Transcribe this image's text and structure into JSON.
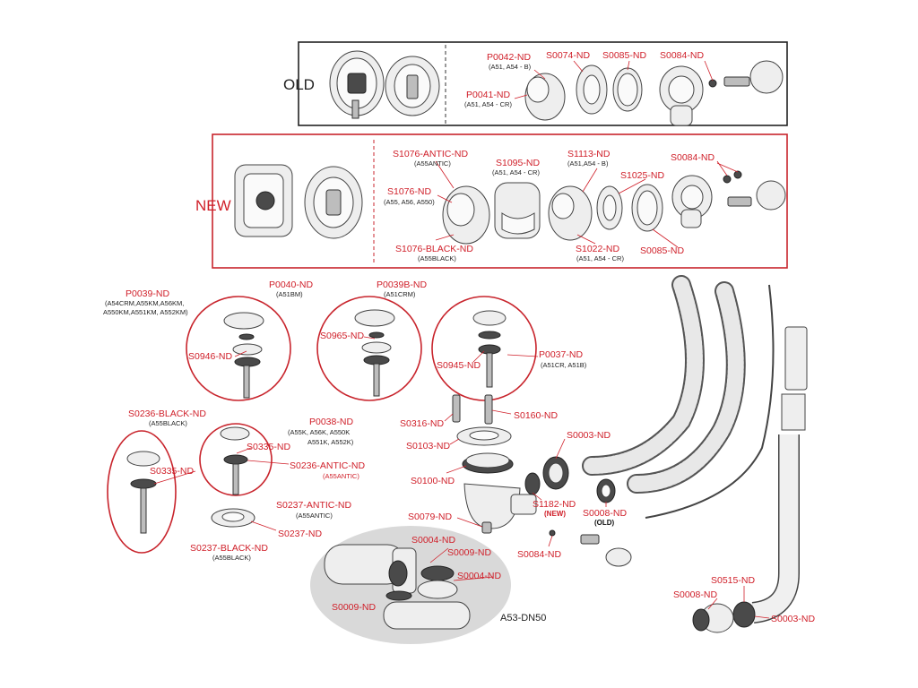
{
  "sections": {
    "old_label": "OLD",
    "new_label": "NEW",
    "model_label": "A53-DN50"
  },
  "colors": {
    "label_red": "#d0202a",
    "frame_old": "#222222",
    "frame_new": "#c8242c",
    "group_grey": "#d9d9d9"
  },
  "old": {
    "p0042": {
      "code": "P0042-ND",
      "sub": "(A51, A54 - B)"
    },
    "p0041": {
      "code": "P0041-ND",
      "sub": "(A51, A54 - CR)"
    },
    "s0074": {
      "code": "S0074-ND"
    },
    "s0085": {
      "code": "S0085-ND"
    },
    "s0084": {
      "code": "S0084-ND"
    }
  },
  "new": {
    "s1076_antic": {
      "code": "S1076-ANTIC-ND",
      "sub": "(A55ANTIC)"
    },
    "s1076": {
      "code": "S1076-ND",
      "sub": "(A55, A56, A550)"
    },
    "s1076_black": {
      "code": "S1076-BLACK-ND",
      "sub": "(A55BLACK)"
    },
    "s1095": {
      "code": "S1095-ND",
      "sub": "(A51, A54 - CR)"
    },
    "s1113": {
      "code": "S1113-ND",
      "sub": "(A51,A54 - B)"
    },
    "s1022": {
      "code": "S1022-ND",
      "sub": "(A51, A54 - CR)"
    },
    "s1025": {
      "code": "S1025-ND"
    },
    "s0084": {
      "code": "S0084-ND"
    },
    "s0085": {
      "code": "S0085-ND"
    }
  },
  "lower": {
    "p0039": {
      "code": "P0039-ND",
      "sub1": "(A54CRM,A55KM,A56KM,",
      "sub2": "A550KM,A551KM, A552KM)"
    },
    "p0040": {
      "code": "P0040-ND",
      "sub": "(A51BM)"
    },
    "p0039b": {
      "code": "P0039B-ND",
      "sub": "(A51CRM)"
    },
    "s0946": {
      "code": "S0946-ND"
    },
    "s0965": {
      "code": "S0965-ND"
    },
    "s0945": {
      "code": "S0945-ND"
    },
    "p0037": {
      "code": "P0037-ND",
      "sub": "(A51CR, A51B)"
    },
    "s0236_black": {
      "code": "S0236-BLACK-ND",
      "sub": "(A55BLACK)"
    },
    "p0038": {
      "code": "P0038-ND",
      "sub1": "(A55K, A56K, A550K",
      "sub2": "A551K, A552K)"
    },
    "s0335_a": {
      "code": "S0335-ND"
    },
    "s0335_b": {
      "code": "S0335-ND"
    },
    "s0236_antic": {
      "code": "S0236-ANTIC-ND",
      "sub": "(A55ANTIC)"
    },
    "s0237_antic": {
      "code": "S0237-ANTIC-ND",
      "sub": "(A55ANTIC)"
    },
    "s0237": {
      "code": "S0237-ND"
    },
    "s0237_black": {
      "code": "S0237-BLACK-ND",
      "sub": "(A55BLACK)"
    },
    "s0316": {
      "code": "S0316-ND"
    },
    "s0160": {
      "code": "S0160-ND"
    },
    "s0103": {
      "code": "S0103-ND"
    },
    "s0003_a": {
      "code": "S0003-ND"
    },
    "s0100": {
      "code": "S0100-ND"
    },
    "s1182": {
      "code": "S1182-ND",
      "tag": "(NEW)"
    },
    "s0008_a": {
      "code": "S0008-ND",
      "tag": "(OLD)"
    },
    "s0079": {
      "code": "S0079-ND"
    },
    "s0084": {
      "code": "S0084-ND"
    },
    "s0004_a": {
      "code": "S0004-ND"
    },
    "s0009_a": {
      "code": "S0009-ND"
    },
    "s0004_b": {
      "code": "S0004-ND"
    },
    "s0009_b": {
      "code": "S0009-ND"
    },
    "s0515": {
      "code": "S0515-ND"
    },
    "s0008_b": {
      "code": "S0008-ND"
    },
    "s0003_b": {
      "code": "S0003-ND"
    }
  }
}
